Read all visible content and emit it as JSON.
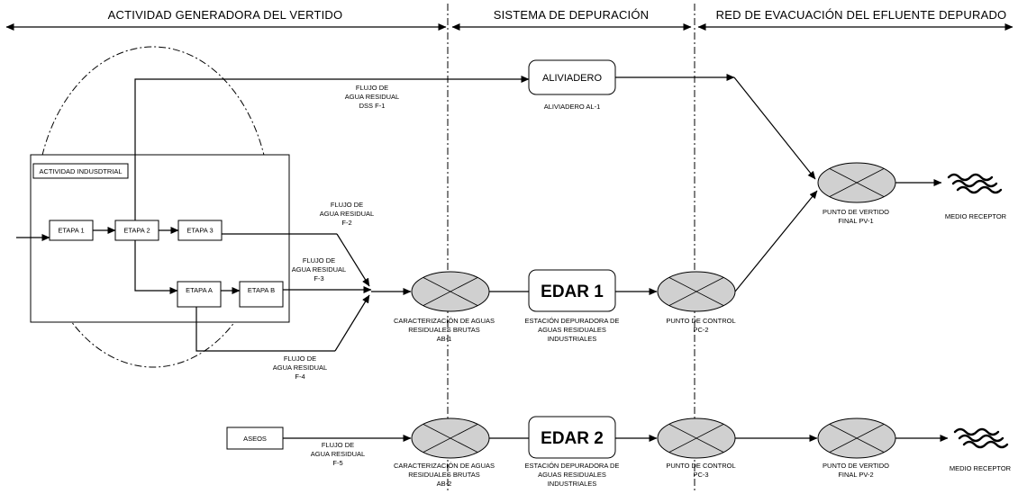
{
  "headers": {
    "left": "ACTIVIDAD GENERADORA DEL VERTIDO",
    "middle": "SISTEMA DE DEPURACIÓN",
    "right": "RED DE EVACUACIÓN DEL EFLUENTE DEPURADO"
  },
  "activity": {
    "title": "ACTIVIDAD INDUSDTRIAL",
    "etapa1": "ETAPA 1",
    "etapa2": "ETAPA 2",
    "etapa3": "ETAPA 3",
    "etapaA": "ETAPA A",
    "etapaB": "ETAPA B"
  },
  "flows": {
    "dss": [
      "FLUJO DE",
      "AGUA RESIDUAL",
      "DSS F-1"
    ],
    "f2": [
      "FLUJO DE",
      "AGUA RESIDUAL",
      "F-2"
    ],
    "f3": [
      "FLUJO DE",
      "AGUA RESIDUAL",
      "F-3"
    ],
    "f4": [
      "FLUJO DE",
      "AGUA RESIDUAL",
      "F-4"
    ],
    "f5": [
      "FLUJO DE",
      "AGUA RESIDUAL",
      "F-5"
    ]
  },
  "aliviadero": {
    "label": "ALIVIADERO",
    "caption": "ALIVIADERO AL-1"
  },
  "edar1": {
    "label": "EDAR 1",
    "caption": [
      "ESTACIÓN DEPURADORA DE",
      "AGUAS RESIDUALES",
      "INDUSTRIALES"
    ]
  },
  "edar2": {
    "label": "EDAR 2",
    "caption": [
      "ESTACIÓN DEPURADORA DE",
      "AGUAS RESIDUALES",
      "INDUSTRIALES"
    ]
  },
  "ab1": [
    "CARACTERIZACIÓN DE AGUAS",
    "RESIDUALES BRUTAS",
    "AB-1"
  ],
  "ab2": [
    "CARACTERIZACIÓN DE AGUAS",
    "RESIDUALES BRUTAS",
    "AB-2"
  ],
  "pc2": [
    "PUNTO DE CONTROL",
    "PC-2"
  ],
  "pc3": [
    "PUNTO DE CONTROL",
    "PC-3"
  ],
  "pv1": [
    "PUNTO DE VERTIDO",
    "FINAL PV-1"
  ],
  "pv2": [
    "PUNTO DE VERTIDO",
    "FINAL PV-2"
  ],
  "receptor1": "MEDIO RECEPTOR",
  "receptor2": "MEDIO RECEPTOR",
  "aseos": "ASEOS"
}
